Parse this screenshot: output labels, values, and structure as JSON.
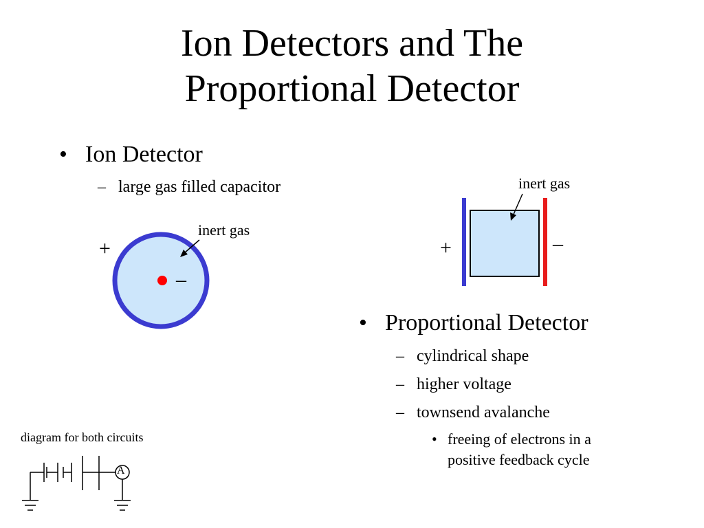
{
  "slide": {
    "title_line1": "Ion Detectors and The",
    "title_line2": "Proportional Detector"
  },
  "left": {
    "bullet": "Ion Detector",
    "sub_bullet": "large gas filled capacitor",
    "bullet_marker": "•",
    "dash_marker": "–"
  },
  "ion_diagram": {
    "plus": "+",
    "minus": "–",
    "gas_label": "inert gas",
    "colors": {
      "outer": "#3b3bd0",
      "fill": "#cde6fb",
      "dot": "#ff0000"
    }
  },
  "prop_diagram": {
    "plus": "+",
    "minus": "–",
    "gas_label": "inert gas",
    "colors": {
      "left_plate": "#3b3bd0",
      "right_plate": "#e81c1c",
      "fill": "#cde6fb"
    }
  },
  "right": {
    "bullet": "Proportional Detector",
    "sub_bullets": [
      "cylindrical shape",
      "higher voltage",
      "townsend avalanche"
    ],
    "sub_sub_bullet_line1": "freeing of electrons in a",
    "sub_sub_bullet_line2": "positive feedback cycle",
    "bullet_marker": "•",
    "dash_marker": "–"
  },
  "circuit": {
    "caption": "diagram for both circuits",
    "ammeter": "A"
  }
}
